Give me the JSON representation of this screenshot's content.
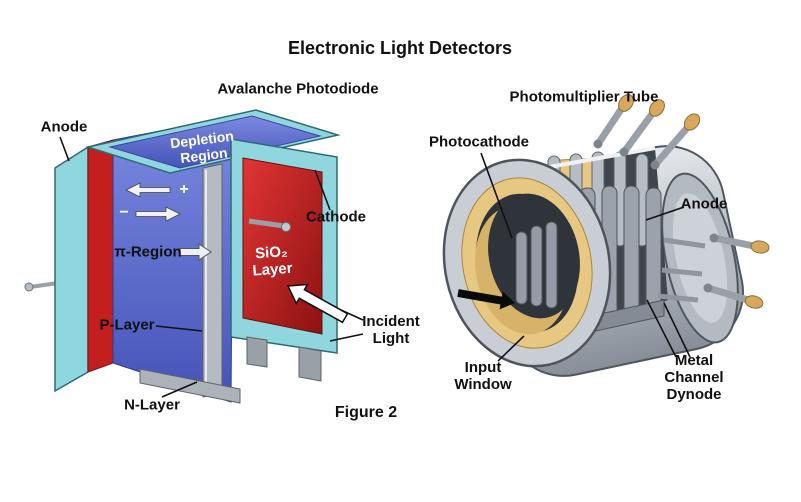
{
  "title": "Electronic Light Detectors",
  "figure_caption": "Figure 2",
  "apd": {
    "title": "Avalanche Photodiode",
    "labels": {
      "anode": "Anode",
      "depletion_region": "Depletion\nRegion",
      "plus": "+",
      "minus": "−",
      "pi_region": "π-Region",
      "cathode": "Cathode",
      "sio2": "SiO₂\nLayer",
      "p_layer": "P-Layer",
      "n_layer": "N-Layer",
      "incident_light": "Incident\nLight"
    }
  },
  "pmt": {
    "title": "Photomultiplier Tube",
    "labels": {
      "photocathode": "Photocathode",
      "anode": "Anode",
      "input_window": "Input\nWindow",
      "metal_channel_dynode": "Metal\nChannel\nDynode"
    }
  },
  "colors": {
    "cyan": "#8fd6de",
    "red": "#c41f1f",
    "red_light": "#e23535",
    "red_dark": "#8c1212",
    "blue_light": "#7b8ae0",
    "blue_dark": "#4553b8",
    "gray_metal": "#9ba2ab",
    "tan": "#e7c883",
    "tan_dark": "#d7b269",
    "interior": "#2f333a"
  }
}
